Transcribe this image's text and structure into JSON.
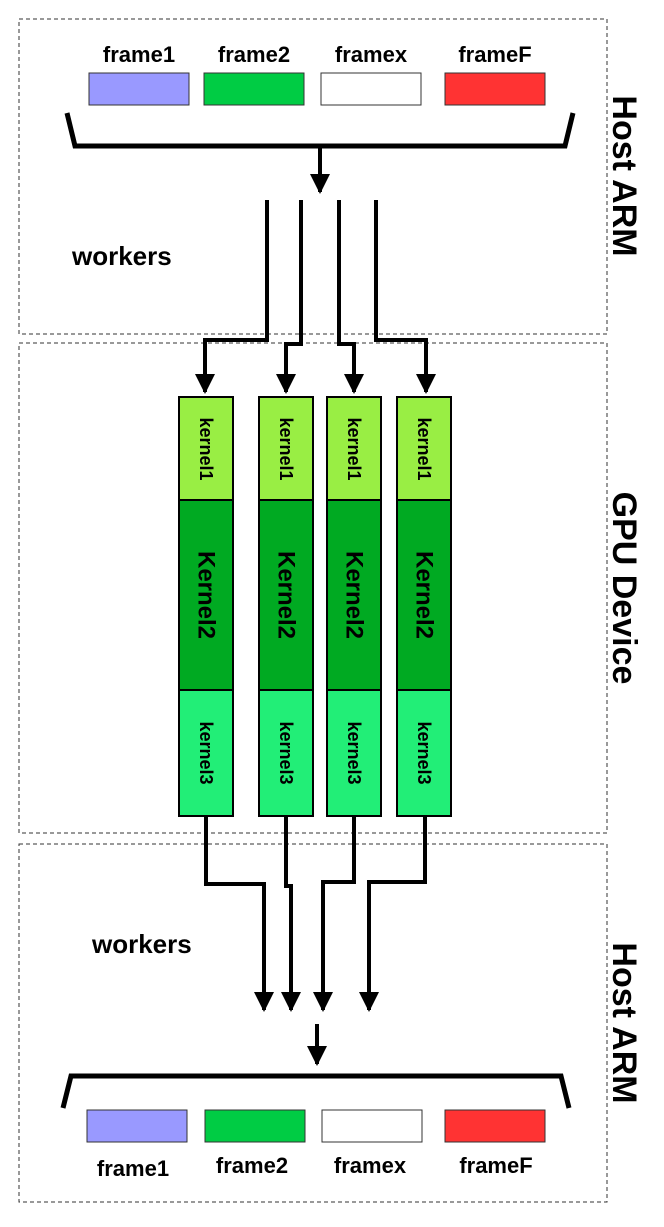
{
  "top": {
    "side_label": "Host ARM",
    "workers_label": "workers",
    "frames": [
      {
        "label": "frame1",
        "color": "#9999ff"
      },
      {
        "label": "frame2",
        "color": "#00cc44"
      },
      {
        "label": "framex",
        "color": "#ffffff"
      },
      {
        "label": "frameF",
        "color": "#ff3333"
      }
    ]
  },
  "gpu": {
    "side_label": "GPU Device",
    "kernels": [
      {
        "k1": "kernel1",
        "k2": "Kernel2",
        "k3": "kernel3"
      },
      {
        "k1": "kernel1",
        "k2": "Kernel2",
        "k3": "kernel3"
      },
      {
        "k1": "kernel1",
        "k2": "Kernel2",
        "k3": "kernel3"
      },
      {
        "k1": "kernel1",
        "k2": "Kernel2",
        "k3": "kernel3"
      }
    ],
    "colors": {
      "k1": "#99ee44",
      "k2": "#00aa22",
      "k3": "#22ee77"
    }
  },
  "bottom": {
    "side_label": "Host ARM",
    "workers_label": "workers",
    "frames": [
      {
        "label": "frame1",
        "color": "#9999ff"
      },
      {
        "label": "frame2",
        "color": "#00cc44"
      },
      {
        "label": "framex",
        "color": "#ffffff"
      },
      {
        "label": "frameF",
        "color": "#ff3333"
      }
    ]
  }
}
